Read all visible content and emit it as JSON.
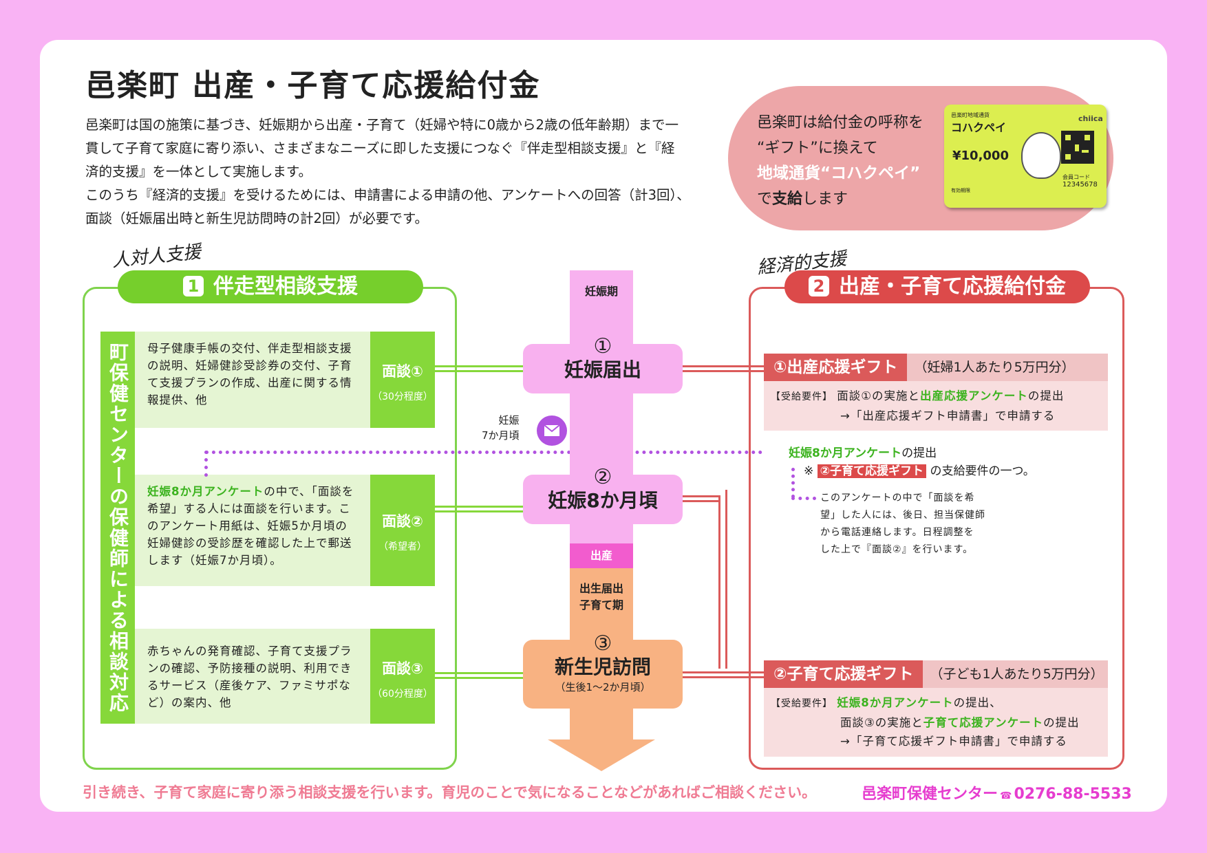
{
  "title": "邑楽町 出産・子育て応援給付金",
  "intro": [
    "邑楽町は国の施策に基づき、妊娠期から出産・子育て（妊婦や特に0歳から2歳の低年齢期）まで一",
    "貫して子育て家庭に寄り添い、さまざまなニーズに即した支援につなぐ『伴走型相談支援』と『経",
    "済的支援』を一体として実施します。",
    "このうち『経済的支援』を受けるためには、申請書による申請の他、アンケートへの回答（計3回）、",
    "面談（妊娠届出時と新生児訪問時の計2回）が必要です。"
  ],
  "cloud": {
    "line1": "邑楽町は給付金の呼称を",
    "line2": "“ギフト”に換えて",
    "line3": "地域通貨“コハクペイ”",
    "line4a": "で",
    "line4b": "支給",
    "line4c": "します"
  },
  "card": {
    "top": "邑楽町地域通貨",
    "name": "コハクペイ",
    "brand": "chiica",
    "amount": "¥10,000",
    "code_label": "会員コード",
    "code": "12345678",
    "expiry": "有効期限"
  },
  "left": {
    "handnote": "人対人支援",
    "num": "1",
    "title": "伴走型相談支援",
    "vertical": "町保健センターの保健師による相談対応",
    "rows": [
      {
        "text": "母子健康手帳の交付、伴走型相談支援の説明、妊婦健診受診券の交付、子育て支援プランの作成、出産に関する情報提供、他",
        "m": "面談①",
        "sub": "（30分程度）"
      },
      {
        "text_hl": "妊娠8か月アンケート",
        "text": "の中で、「面談を希望」する人には面談を行います。このアンケート用紙は、妊娠5か月頃の妊婦健診の受診歴を確認した上で郵送します（妊娠7か月頃）。",
        "m": "面談②",
        "sub": "（希望者）"
      },
      {
        "text": "赤ちゃんの発育確認、子育て支援プランの確認、予防接種の説明、利用できるサービス（産後ケア、ファミサポなど）の案内、他",
        "m": "面談③",
        "sub": "（60分程度）"
      }
    ]
  },
  "middle": {
    "period1": "妊娠期",
    "step1_n": "①",
    "step1_t": "妊娠届出",
    "mail_l1": "妊娠",
    "mail_l2": "7か月頃",
    "mail_icon": "envelope-icon",
    "step2_n": "②",
    "step2_t": "妊娠8か月頃",
    "birth": "出産",
    "period2_l1": "出生届出",
    "period2_l2": "子育て期",
    "step3_n": "③",
    "step3_t": "新生児訪問",
    "step3_s": "（生後1～2か月頃）"
  },
  "right": {
    "handnote": "経済的支援",
    "num": "2",
    "title": "出産・子育て応援給付金",
    "gift1": {
      "label": "①出産応援ギフト",
      "amount": "（妊婦1人あたり5万円分）",
      "req": "【受給要件】",
      "l1a": "面談①の実施と",
      "l1b": "出産応援アンケート",
      "l1c": "の提出",
      "l2": "→「出産応援ギフト申請書」で申請する"
    },
    "note": {
      "hl": "妊娠8か月アンケート",
      "t": "の提出",
      "mark": "※",
      "gift": "②子育て応援ギフト",
      "t2": "の支給要件の一つ。",
      "detail": [
        "このアンケートの中で「面談を希",
        "望」した人には、後日、担当保健師",
        "から電話連絡します。日程調整を",
        "した上で『面談②』を行います。"
      ]
    },
    "gift2": {
      "label": "②子育て応援ギフト",
      "amount": "（子ども1人あたり5万円分）",
      "req": "【受給要件】",
      "l1a": "妊娠8か月アンケート",
      "l1b": "の提出、",
      "l2a": "面談③の実施と",
      "l2b": "子育て応援アンケート",
      "l2c": "の提出",
      "l3": "→「子育て応援ギフト申請書」で申請する"
    }
  },
  "footer": {
    "message": "引き続き、子育て家庭に寄り添う相談支援を行います。育児のことで気になることなどがあればご相談ください。",
    "center": "邑楽町保健センター",
    "phone": "0276-88-5533"
  },
  "colors": {
    "green": "#76cf2c",
    "red": "#dc4a4a",
    "pink": "#f9b3f4",
    "purple": "#b152e0"
  }
}
